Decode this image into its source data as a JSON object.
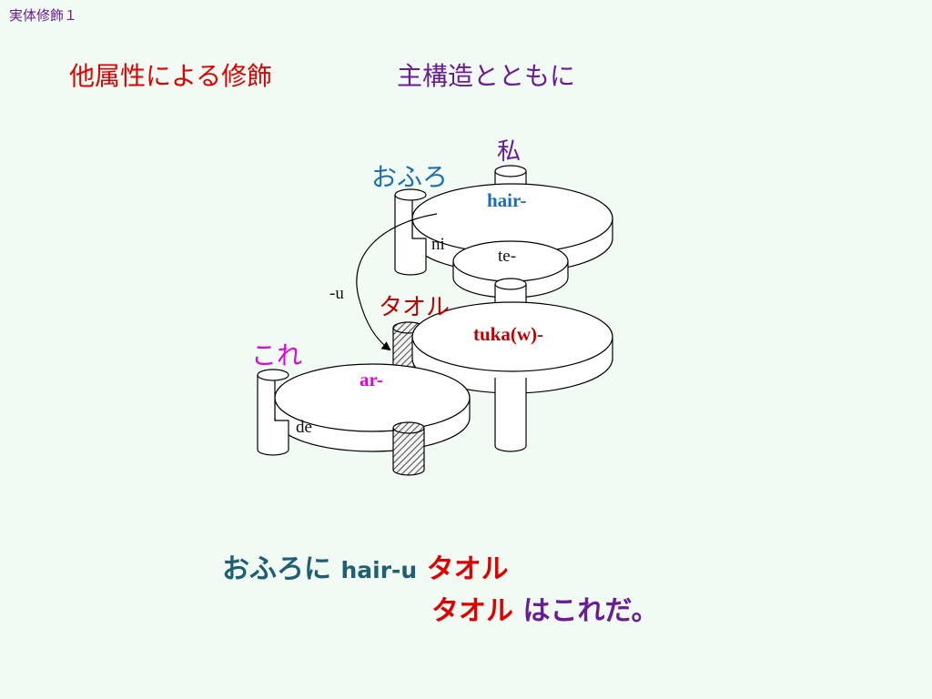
{
  "slide": {
    "corner_label": "実体修飾１",
    "heading_left": "他属性による修飾",
    "heading_right": "主構造とともに"
  },
  "diagram": {
    "labels": {
      "watashi": "私",
      "ofuro": "おふろ",
      "hair": "hair-",
      "ni": "ni",
      "te": "te-",
      "u": "-u",
      "taoru": "タオル",
      "tukaw": "tuka(w)-",
      "kore": "これ",
      "ar": "ar-",
      "de": "de"
    },
    "colors": {
      "blue": "#1a6fb4",
      "red": "#c00000",
      "magenta": "#e000e0",
      "purple": "#6a1b9a",
      "text": "#111111",
      "hatch": "#555555"
    }
  },
  "sentences": {
    "line1_jp": "おふろに",
    "line1_en": "hair-u",
    "line1_red": "タオル",
    "line2_red": "タオル",
    "line2_end": "はこれだ。"
  }
}
